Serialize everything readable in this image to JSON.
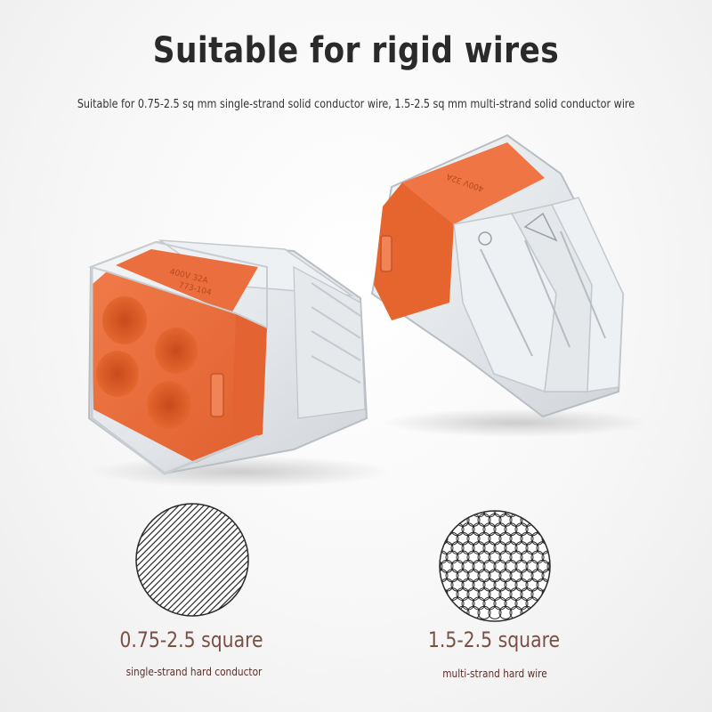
{
  "header": {
    "title": "Suitable for rigid wires",
    "subtitle": "Suitable for 0.75-2.5 sq mm single-strand solid conductor wire, 1.5-2.5 sq mm multi-strand solid conductor wire"
  },
  "product_marking": {
    "rating": "400V 32A",
    "model": "773-104"
  },
  "wire_types": [
    {
      "size": "0.75-2.5 square",
      "description": "single-strand hard conductor"
    },
    {
      "size": "1.5-2.5 square",
      "description": "multi-strand hard wire"
    }
  ],
  "colors": {
    "housing_orange": "#ee7040",
    "caption_brown": "#7a5046",
    "title_dark": "#2a2a2a"
  }
}
